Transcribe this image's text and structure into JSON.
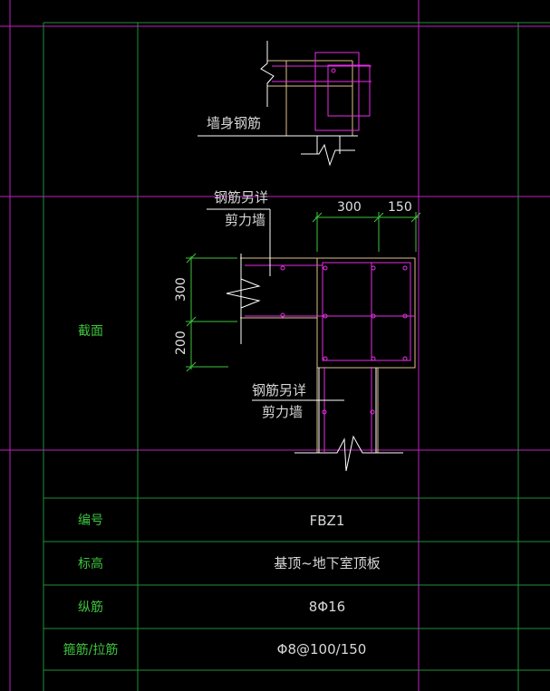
{
  "drawing": {
    "top_detail": {
      "note": "墙身钢筋"
    },
    "section": {
      "note_upper_1": "钢筋另详",
      "note_upper_2": "剪力墙",
      "note_lower_1": "钢筋另详",
      "note_lower_2": "剪力墙",
      "dim_top_1": "300",
      "dim_top_2": "150",
      "dim_left_1": "300",
      "dim_left_2": "200"
    }
  },
  "table": {
    "rows": [
      {
        "label": "截面",
        "value": ""
      },
      {
        "label": "编号",
        "value": "FBZ1"
      },
      {
        "label": "标高",
        "value": "基顶~地下室顶板"
      },
      {
        "label": "纵筋",
        "value": "8Φ16"
      },
      {
        "label": "箍筋/拉筋",
        "value": "Φ8@100/150"
      }
    ]
  },
  "colors": {
    "grid_magenta": "#c21fc2",
    "table_green": "#1f8f3a",
    "rebar_magenta": "#e62ee6",
    "dim_green": "#3ec43e",
    "outline_white": "#ffffff",
    "concrete_tan": "#e0c08a"
  }
}
